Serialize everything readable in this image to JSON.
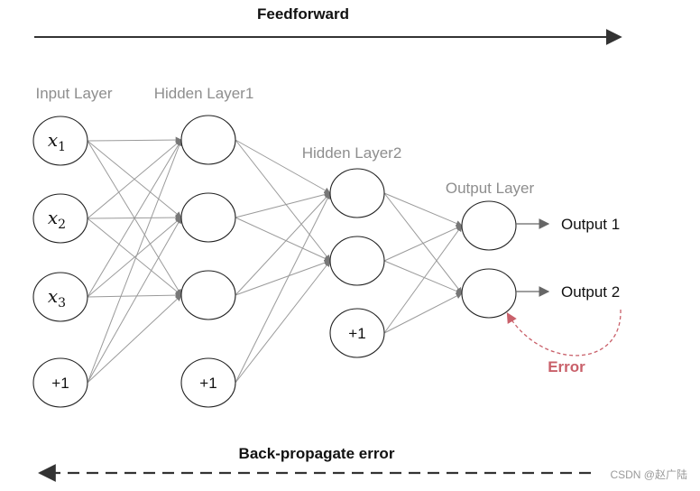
{
  "feedforward_label": "Feedforward",
  "backprop_label": "Back-propagate error",
  "error_label": "Error",
  "watermark": "CSDN @赵广陆",
  "layers": {
    "input": {
      "label": "Input Layer",
      "nodes": [
        {
          "id": "x1",
          "text": "x",
          "sub": "1",
          "bias": false
        },
        {
          "id": "x2",
          "text": "x",
          "sub": "2",
          "bias": false
        },
        {
          "id": "x3",
          "text": "x",
          "sub": "3",
          "bias": false
        },
        {
          "id": "b0",
          "text": "+1",
          "bias": true
        }
      ]
    },
    "hidden1": {
      "label": "Hidden Layer1",
      "nodes": [
        {
          "id": "h1a",
          "text": "",
          "bias": false
        },
        {
          "id": "h1b",
          "text": "",
          "bias": false
        },
        {
          "id": "h1c",
          "text": "",
          "bias": false
        },
        {
          "id": "b1",
          "text": "+1",
          "bias": true
        }
      ]
    },
    "hidden2": {
      "label": "Hidden Layer2",
      "nodes": [
        {
          "id": "h2a",
          "text": "",
          "bias": false
        },
        {
          "id": "h2b",
          "text": "",
          "bias": false
        },
        {
          "id": "b2",
          "text": "+1",
          "bias": true
        }
      ]
    },
    "output": {
      "label": "Output Layer",
      "nodes": [
        {
          "id": "o1",
          "text": "",
          "output_label": "Output 1",
          "bias": false
        },
        {
          "id": "o2",
          "text": "",
          "output_label": "Output 2",
          "bias": false
        }
      ]
    }
  },
  "colors": {
    "edge": "#9a9a9a",
    "node_stroke": "#222222",
    "arrow": "#333333",
    "error": "#c9606a",
    "layer_label": "#8e8e8e"
  }
}
